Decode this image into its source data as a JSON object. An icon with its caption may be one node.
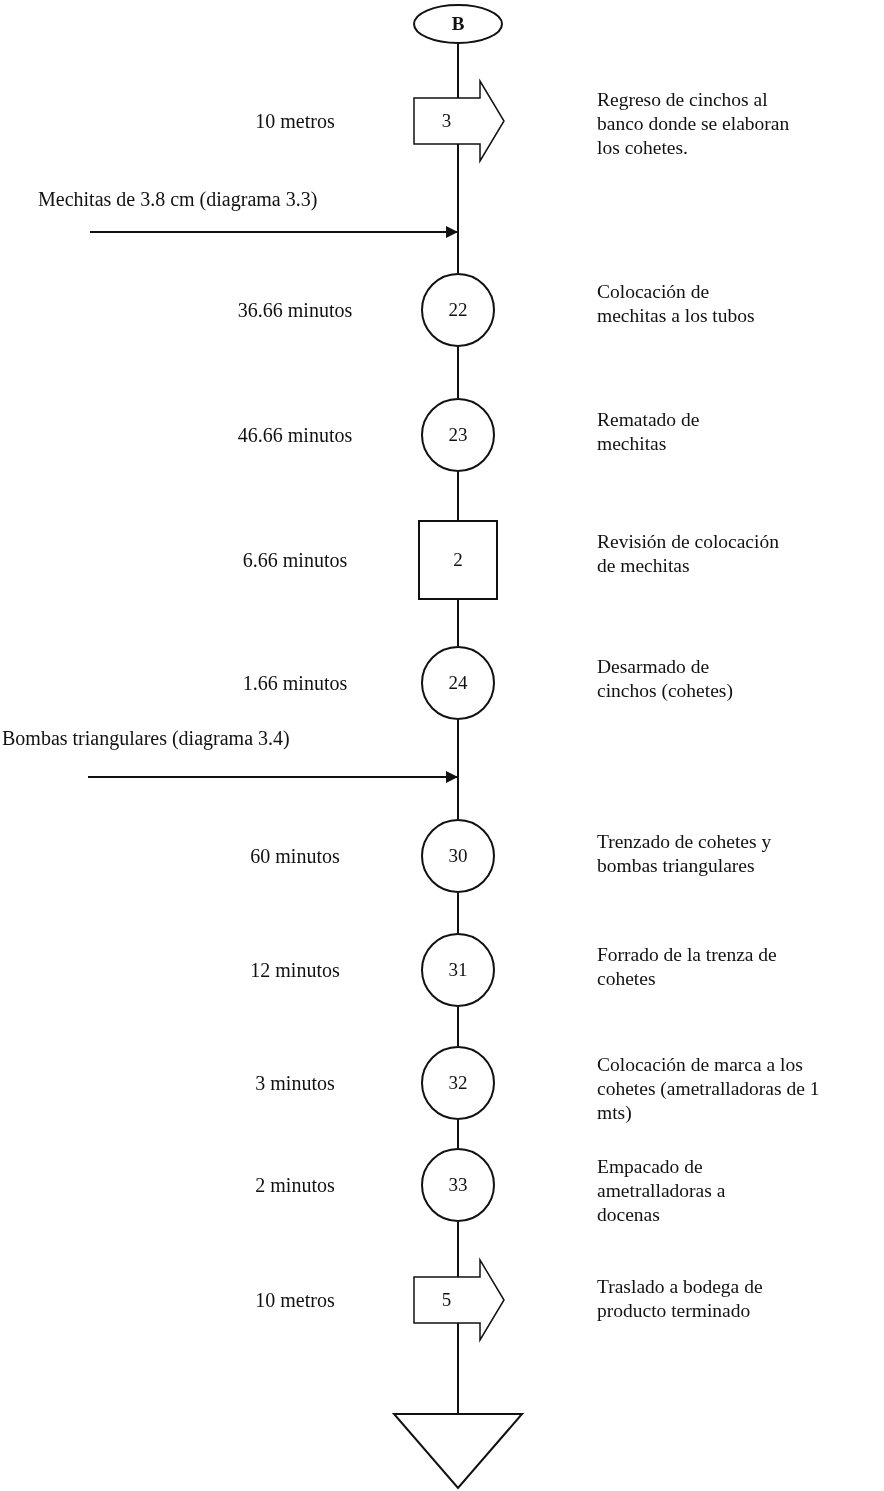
{
  "diagram": {
    "nodes": [
      {
        "text": [
          "B"
        ]
      },
      {
        "text": [
          "3"
        ]
      },
      {
        "text": [
          "Mechitas de 3.8 cm (diagrama 3.3)"
        ]
      },
      {
        "text": [
          "22"
        ]
      },
      {
        "text": [
          "23"
        ]
      },
      {
        "text": [
          "2"
        ]
      },
      {
        "text": [
          "24"
        ]
      },
      {
        "text": [
          "Bombas triangulares (diagrama 3.4)"
        ]
      },
      {
        "text": [
          "30"
        ]
      },
      {
        "text": [
          "31"
        ]
      },
      {
        "text": [
          "32"
        ]
      },
      {
        "text": [
          "33"
        ]
      },
      {
        "text": [
          "5"
        ]
      },
      {
        "text": [],
        "shape": "triangle"
      }
    ],
    "edges": [
      {
        "from": 0,
        "to": 1,
        "arrow": "none"
      },
      {
        "from": 1,
        "to": 3,
        "arrow": "none"
      },
      {
        "from": 2,
        "to": null,
        "arrow": "to"
      },
      {
        "from": 3,
        "to": 4,
        "arrow": "none"
      },
      {
        "from": 4,
        "to": 5,
        "arrow": "none"
      },
      {
        "from": 5,
        "to": 6,
        "arrow": "none"
      },
      {
        "from": 6,
        "to": 8,
        "arrow": "none"
      },
      {
        "from": 7,
        "to": null,
        "arrow": "to"
      },
      {
        "from": 8,
        "to": 9,
        "arrow": "none"
      },
      {
        "from": 9,
        "to": 10,
        "arrow": "none"
      },
      {
        "from": 10,
        "to": 11,
        "arrow": "none"
      },
      {
        "from": 11,
        "to": 12,
        "arrow": "none"
      },
      {
        "from": 12,
        "to": 13,
        "arrow": "none"
      }
    ],
    "labels": [
      "10 metros",
      "Regreso de cinchos al banco donde se elaboran los cohetes.",
      "36.66 minutos",
      "Colocación de mechitas a los tubos",
      "46.66 minutos",
      "Rematado de mechitas",
      "6.66 minutos",
      "Revisión de colocación de mechitas",
      "1.66 minutos",
      "Desarmado de cinchos (cohetes)",
      "60 minutos",
      "Trenzado de cohetes y bombas triangulares",
      "12 minutos",
      "Forrado de la trenza de cohetes",
      "3 minutos",
      "Colocación de marca a los cohetes (ametralladoras de 1 mts)",
      "2 minutos",
      "Empacado de ametralladoras a docenas",
      "10 metros",
      "Traslado a bodega de producto terminado"
    ]
  }
}
